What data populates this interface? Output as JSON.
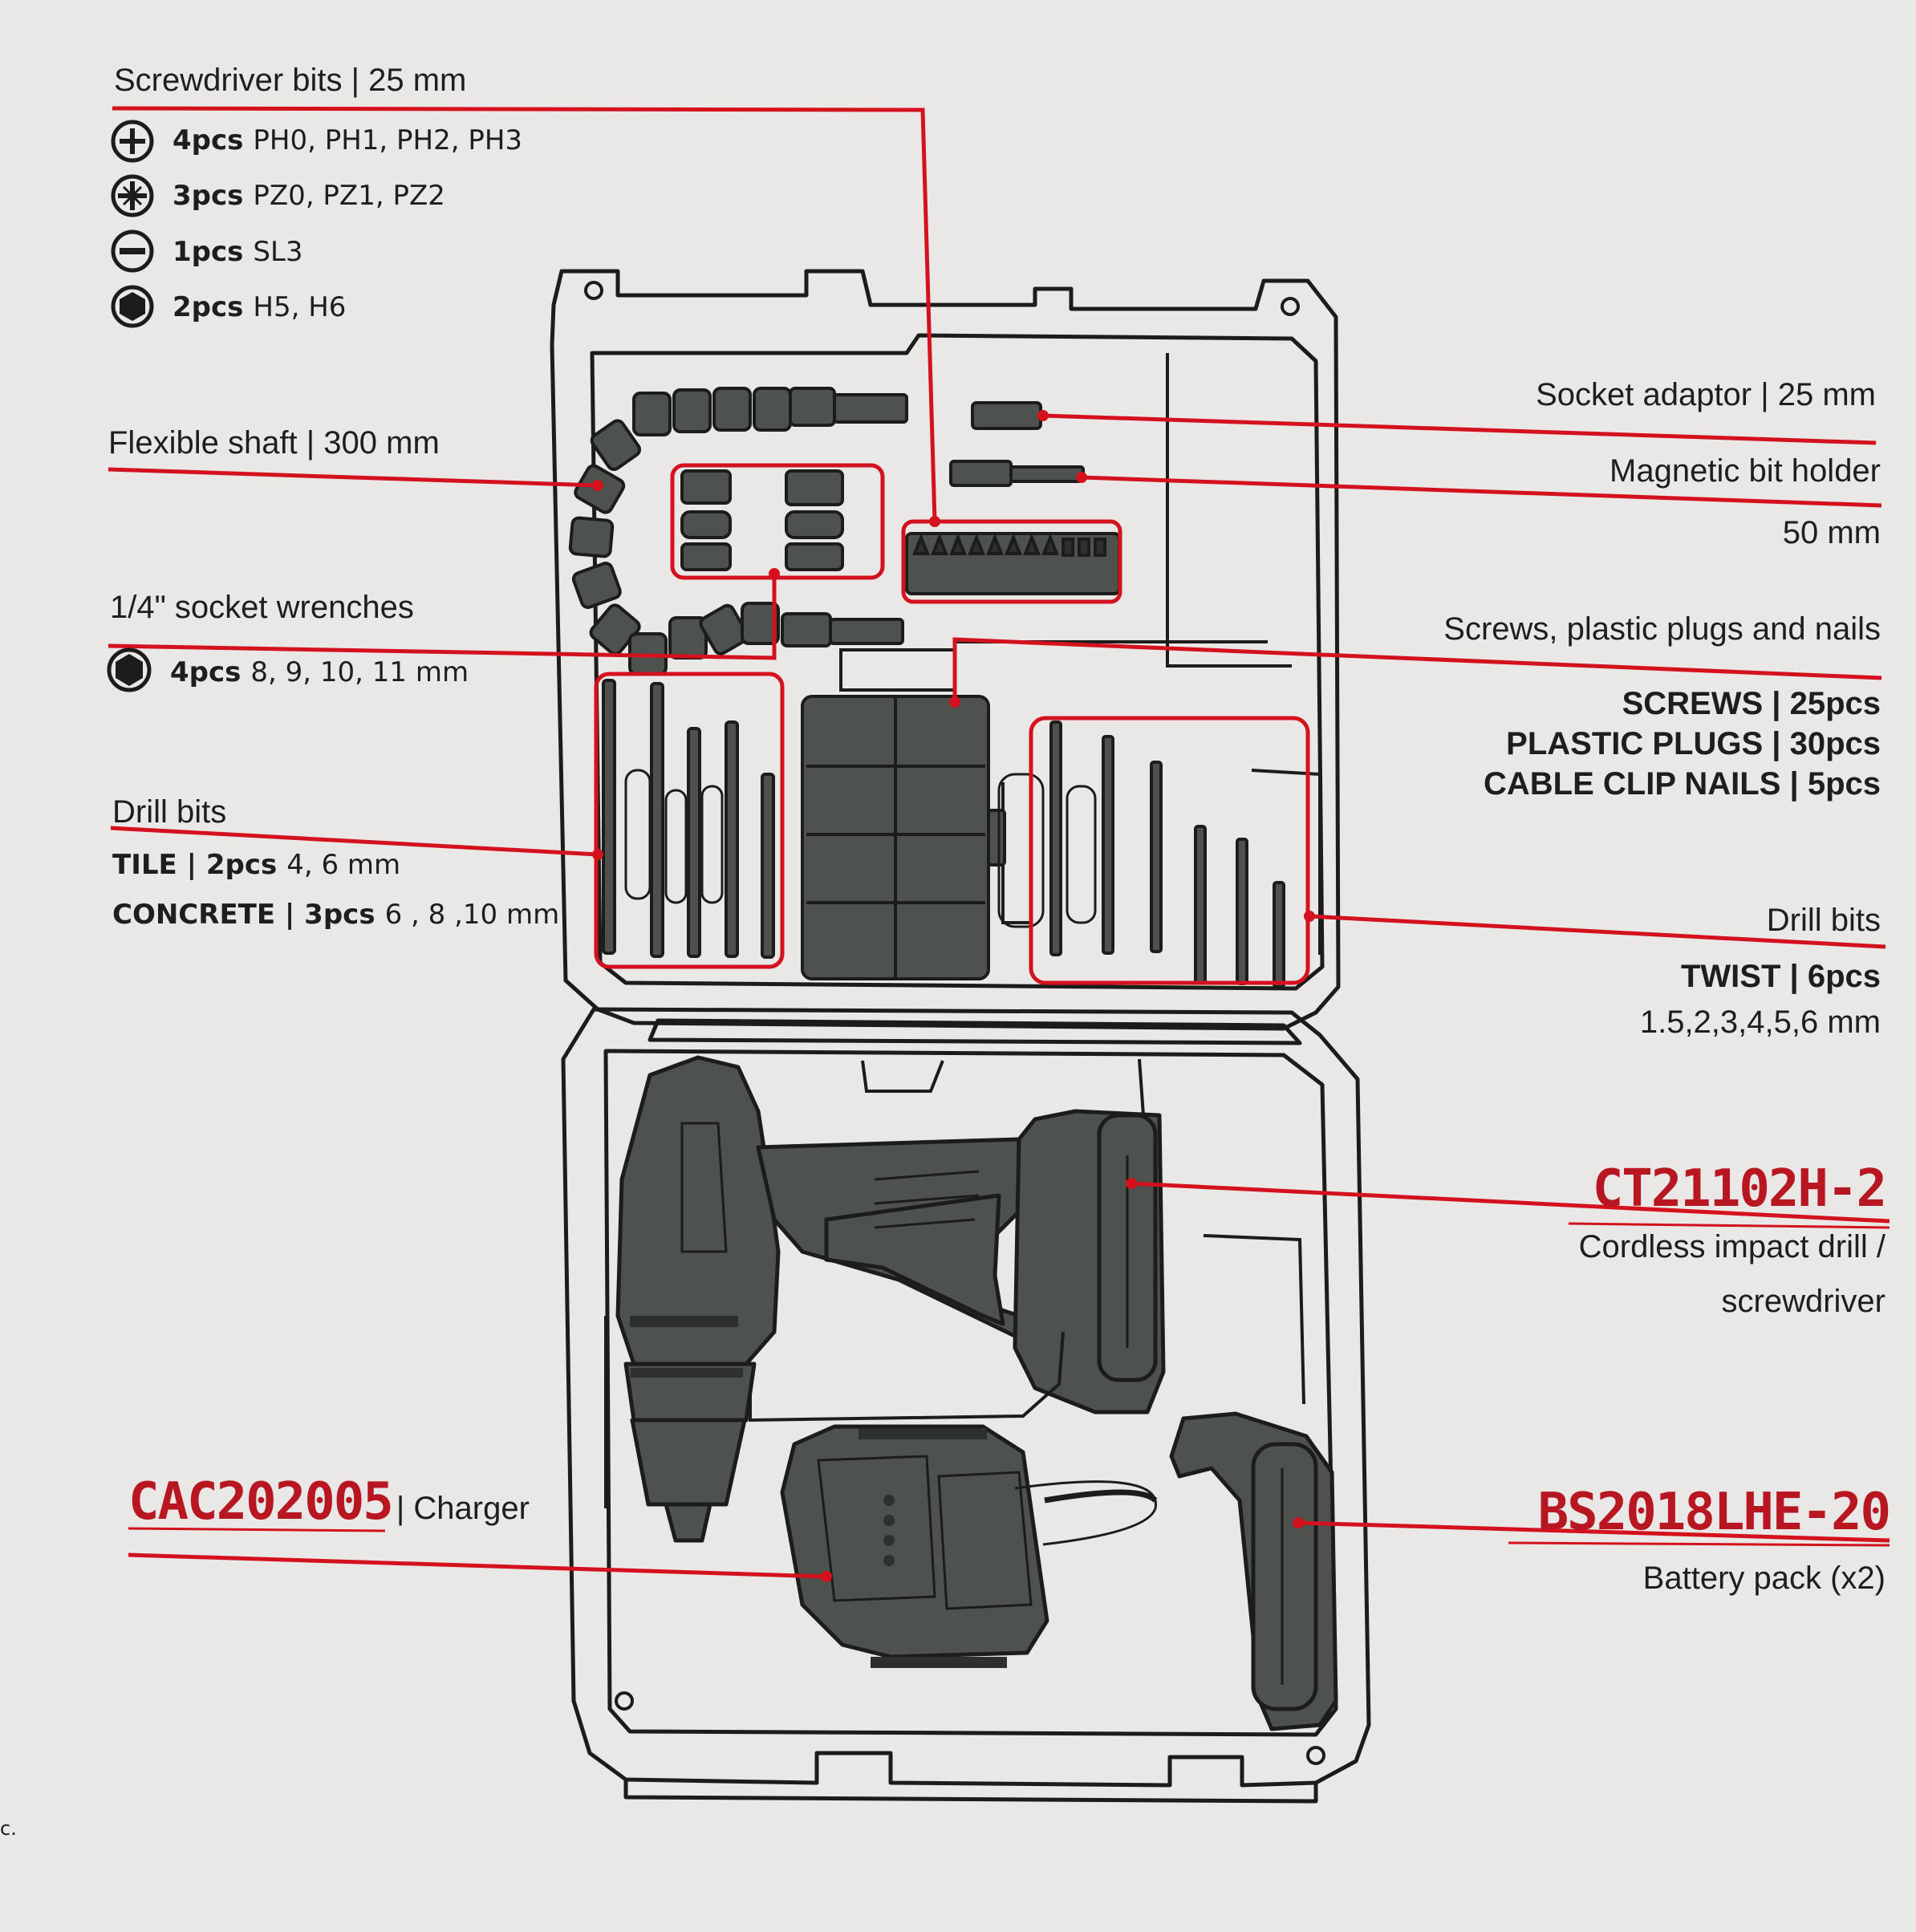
{
  "colors": {
    "accent": "#d4121e",
    "model": "#b81620",
    "tool_fill": "#4e524f",
    "outline": "#1c1c1c",
    "background": "#e9e8e6"
  },
  "screwdriver_bits": {
    "title": "Screwdriver bits | 25 mm",
    "items": [
      {
        "icon": "phillips-icon",
        "count": "4pcs",
        "spec": "PH0, PH1, PH2, PH3"
      },
      {
        "icon": "pozidriv-icon",
        "count": "3pcs",
        "spec": "PZ0, PZ1, PZ2"
      },
      {
        "icon": "slotted-icon",
        "count": "1pcs",
        "spec": "SL3"
      },
      {
        "icon": "hex-icon",
        "count": "2pcs",
        "spec": "H5, H6"
      }
    ]
  },
  "flexible_shaft": {
    "title": "Flexible shaft | 300 mm"
  },
  "socket_wrenches": {
    "title": "1/4\" socket wrenches",
    "icon": "hex-socket-icon",
    "count": "4pcs",
    "spec": "8, 9, 10, 11 mm"
  },
  "drill_bits_masonry": {
    "title": "Drill bits",
    "rows": [
      {
        "type": "TILE | 2pcs",
        "spec": "4, 6 mm"
      },
      {
        "type": "CONCRETE | 3pcs",
        "spec": "6 , 8 ,10 mm"
      }
    ]
  },
  "socket_adaptor": {
    "title": "Socket adaptor | 25 mm"
  },
  "magnetic_bit_holder": {
    "title": "Magnetic bit holder",
    "size": "50 mm"
  },
  "screws": {
    "title": "Screws, plastic plugs and nails",
    "lines": [
      "SCREWS | 25pcs",
      "PLASTIC PLUGS | 30pcs",
      "CABLE CLIP NAILS | 5pcs"
    ]
  },
  "drill_bits_twist": {
    "title": "Drill bits",
    "type": "TWIST | 6pcs",
    "spec": "1.5,2,3,4,5,6 mm"
  },
  "drill": {
    "model": "CT21102H-2",
    "line1": "Cordless impact drill /",
    "line2": "screwdriver"
  },
  "charger": {
    "model": "CAC202005",
    "label": "| Charger"
  },
  "battery": {
    "model": "BS2018LHE-20",
    "label": "Battery pack (x2)"
  },
  "corner_fragment": "c."
}
